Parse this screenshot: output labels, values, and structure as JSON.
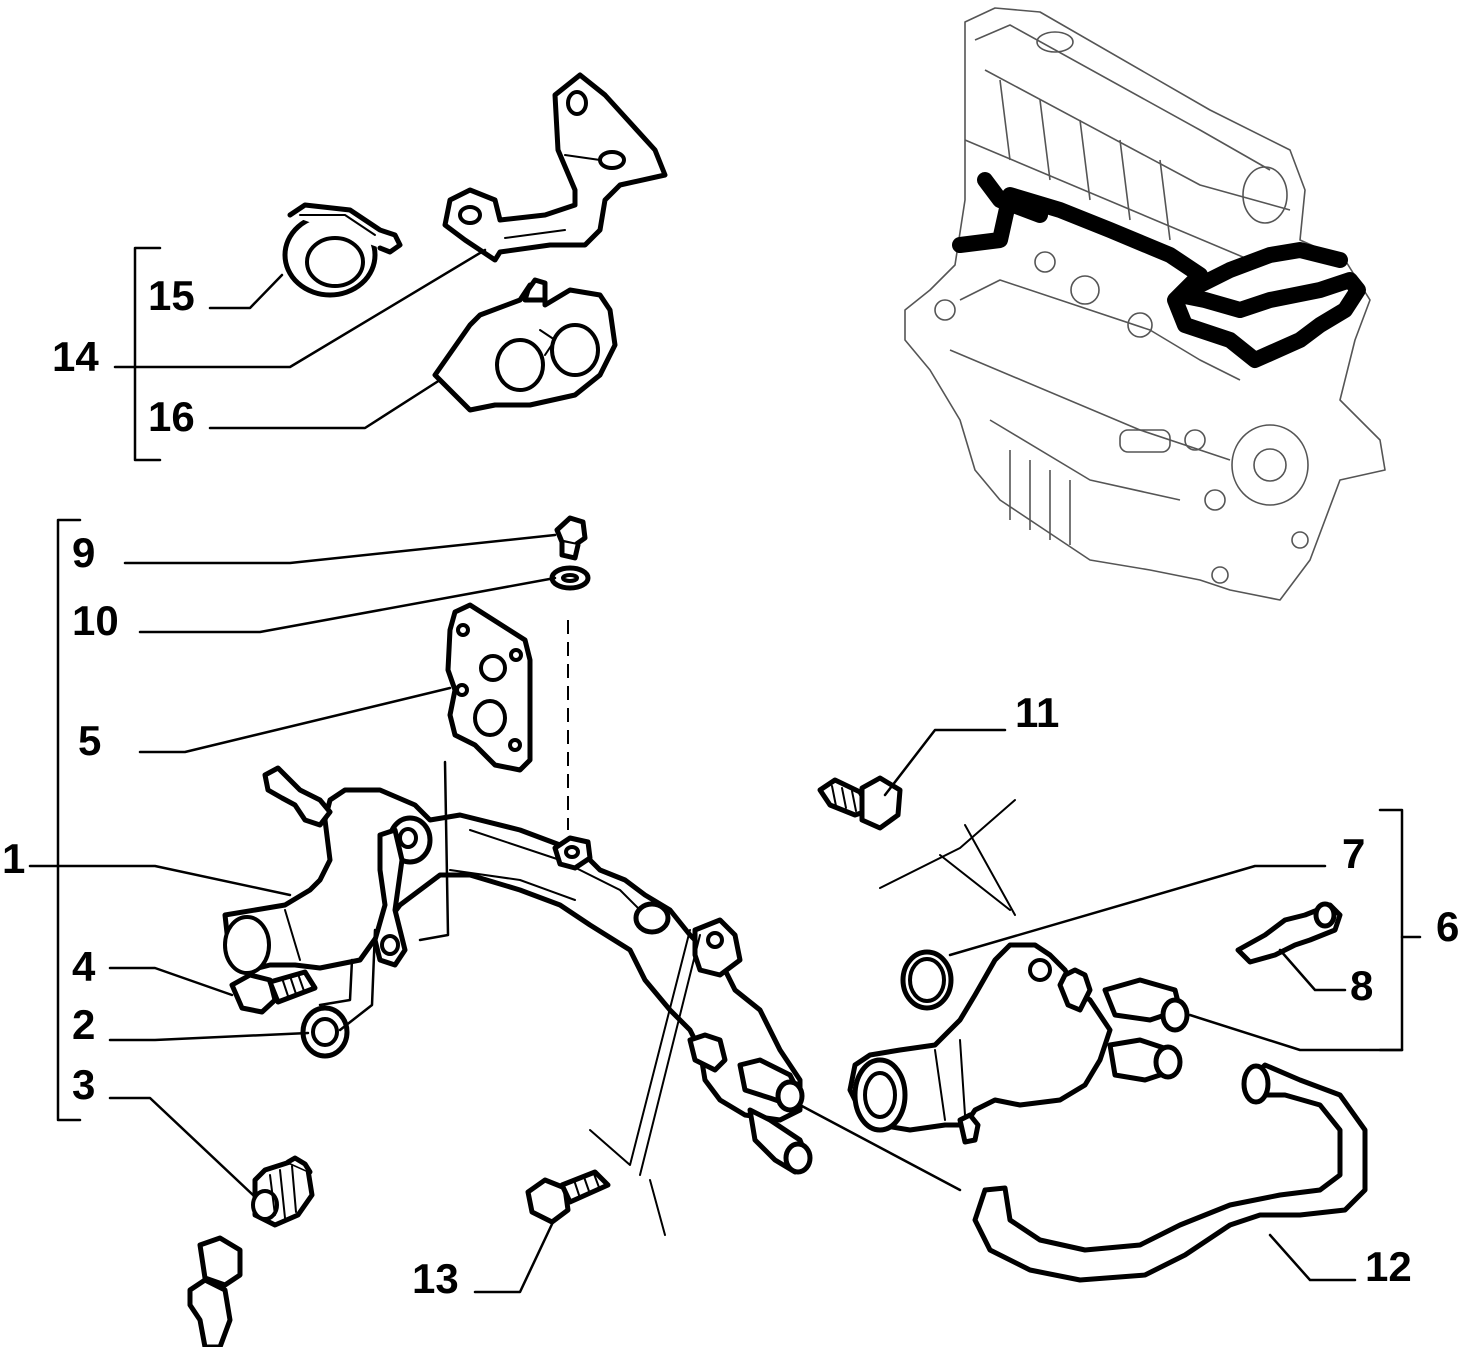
{
  "diagram": {
    "callouts": {
      "c1": "1",
      "c2": "2",
      "c3": "3",
      "c4": "4",
      "c5": "5",
      "c6": "6",
      "c7": "7",
      "c8": "8",
      "c9": "9",
      "c10": "10",
      "c11": "11",
      "c12": "12",
      "c13": "13",
      "c14": "14",
      "c15": "15",
      "c16": "16"
    },
    "colors": {
      "line": "#000000",
      "background": "#ffffff",
      "engine_outline": "#555555"
    }
  }
}
